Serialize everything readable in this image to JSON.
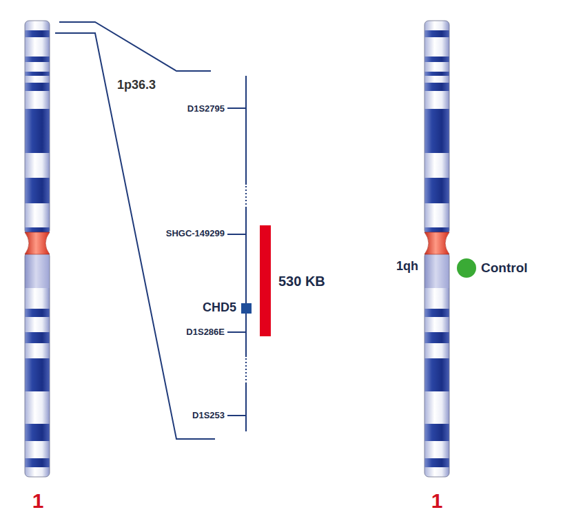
{
  "diagram": {
    "labels": [
      "1p36.3",
      "D1S2795",
      "SHGC-149299",
      "CHD5",
      "D1S286E",
      "D1S253",
      "530 KB",
      "1qh",
      "Control",
      "1",
      "1"
    ]
  }
}
